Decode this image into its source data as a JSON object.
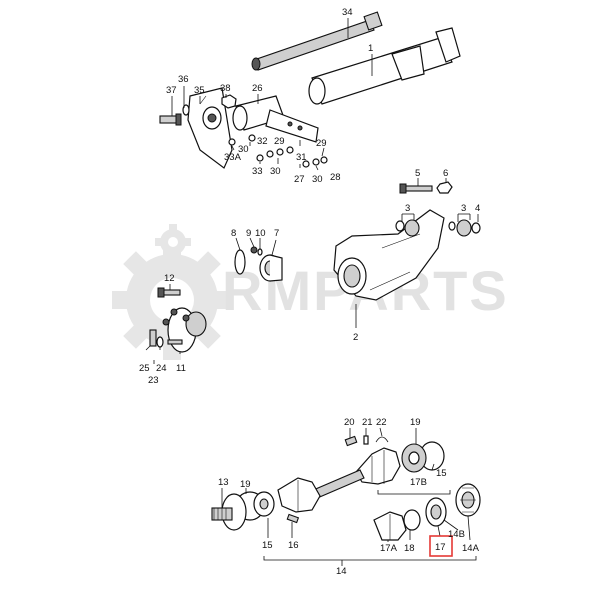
{
  "watermark": {
    "text": "RMPARTS"
  },
  "callouts": {
    "c34": "34",
    "c1": "1",
    "c36": "36",
    "c37": "37",
    "c35": "35",
    "c38": "38",
    "c26": "26",
    "c33a": "33A",
    "c30a": "30",
    "c32": "32",
    "c29a": "29",
    "c29b": "29",
    "c33": "33",
    "c30b": "30",
    "c31": "31",
    "c27": "27",
    "c30c": "30",
    "c28": "28",
    "c5": "5",
    "c6": "6",
    "c3a": "3",
    "c3b": "3",
    "c4": "4",
    "c8": "8",
    "c9": "9",
    "c10": "10",
    "c7": "7",
    "c2": "2",
    "c12": "12",
    "c25": "25",
    "c24": "24",
    "c23": "23",
    "c11": "11",
    "c20": "20",
    "c21": "21",
    "c22": "22",
    "c19a": "19",
    "c15a": "15",
    "c17b": "17B",
    "c13": "13",
    "c19b": "19",
    "c15b": "15",
    "c16": "16",
    "c14": "14",
    "c17a": "17A",
    "c18": "18",
    "c17": "17",
    "c14b": "14B",
    "c14a": "14A"
  },
  "highlight": {
    "label": "17",
    "color": "#e53935"
  }
}
